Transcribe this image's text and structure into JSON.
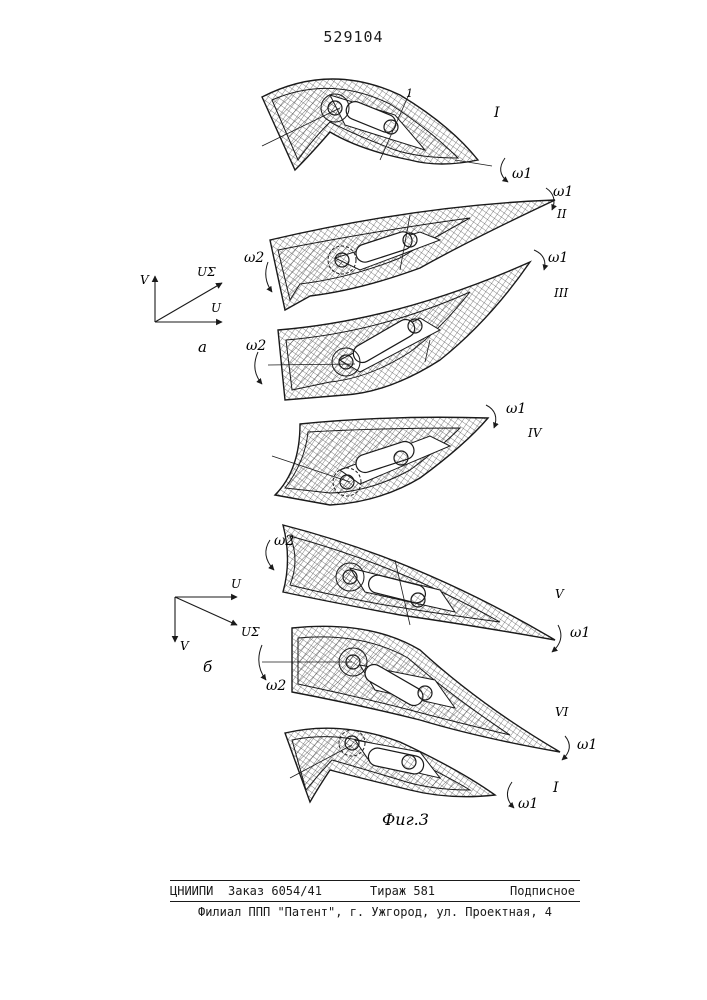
{
  "patent_number": "529104",
  "figure": {
    "caption": "Фиг.3",
    "group_a": "а",
    "group_b": "б",
    "positions": [
      "I",
      "II",
      "III",
      "IV",
      "V",
      "VI",
      "I"
    ],
    "omega1": "ω1",
    "omega2": "ω2",
    "ref_1": "1",
    "vec_V": "V",
    "vec_U": "U",
    "vec_Usum": "UΣ"
  },
  "footer": {
    "org": "ЦНИИПИ",
    "order": "Заказ 6054/41",
    "circulation": "Тираж 581",
    "subscription": "Подписное",
    "branch": "Филиал ППП \"Патент\", г. Ужгород, ул. Проектная, 4"
  }
}
